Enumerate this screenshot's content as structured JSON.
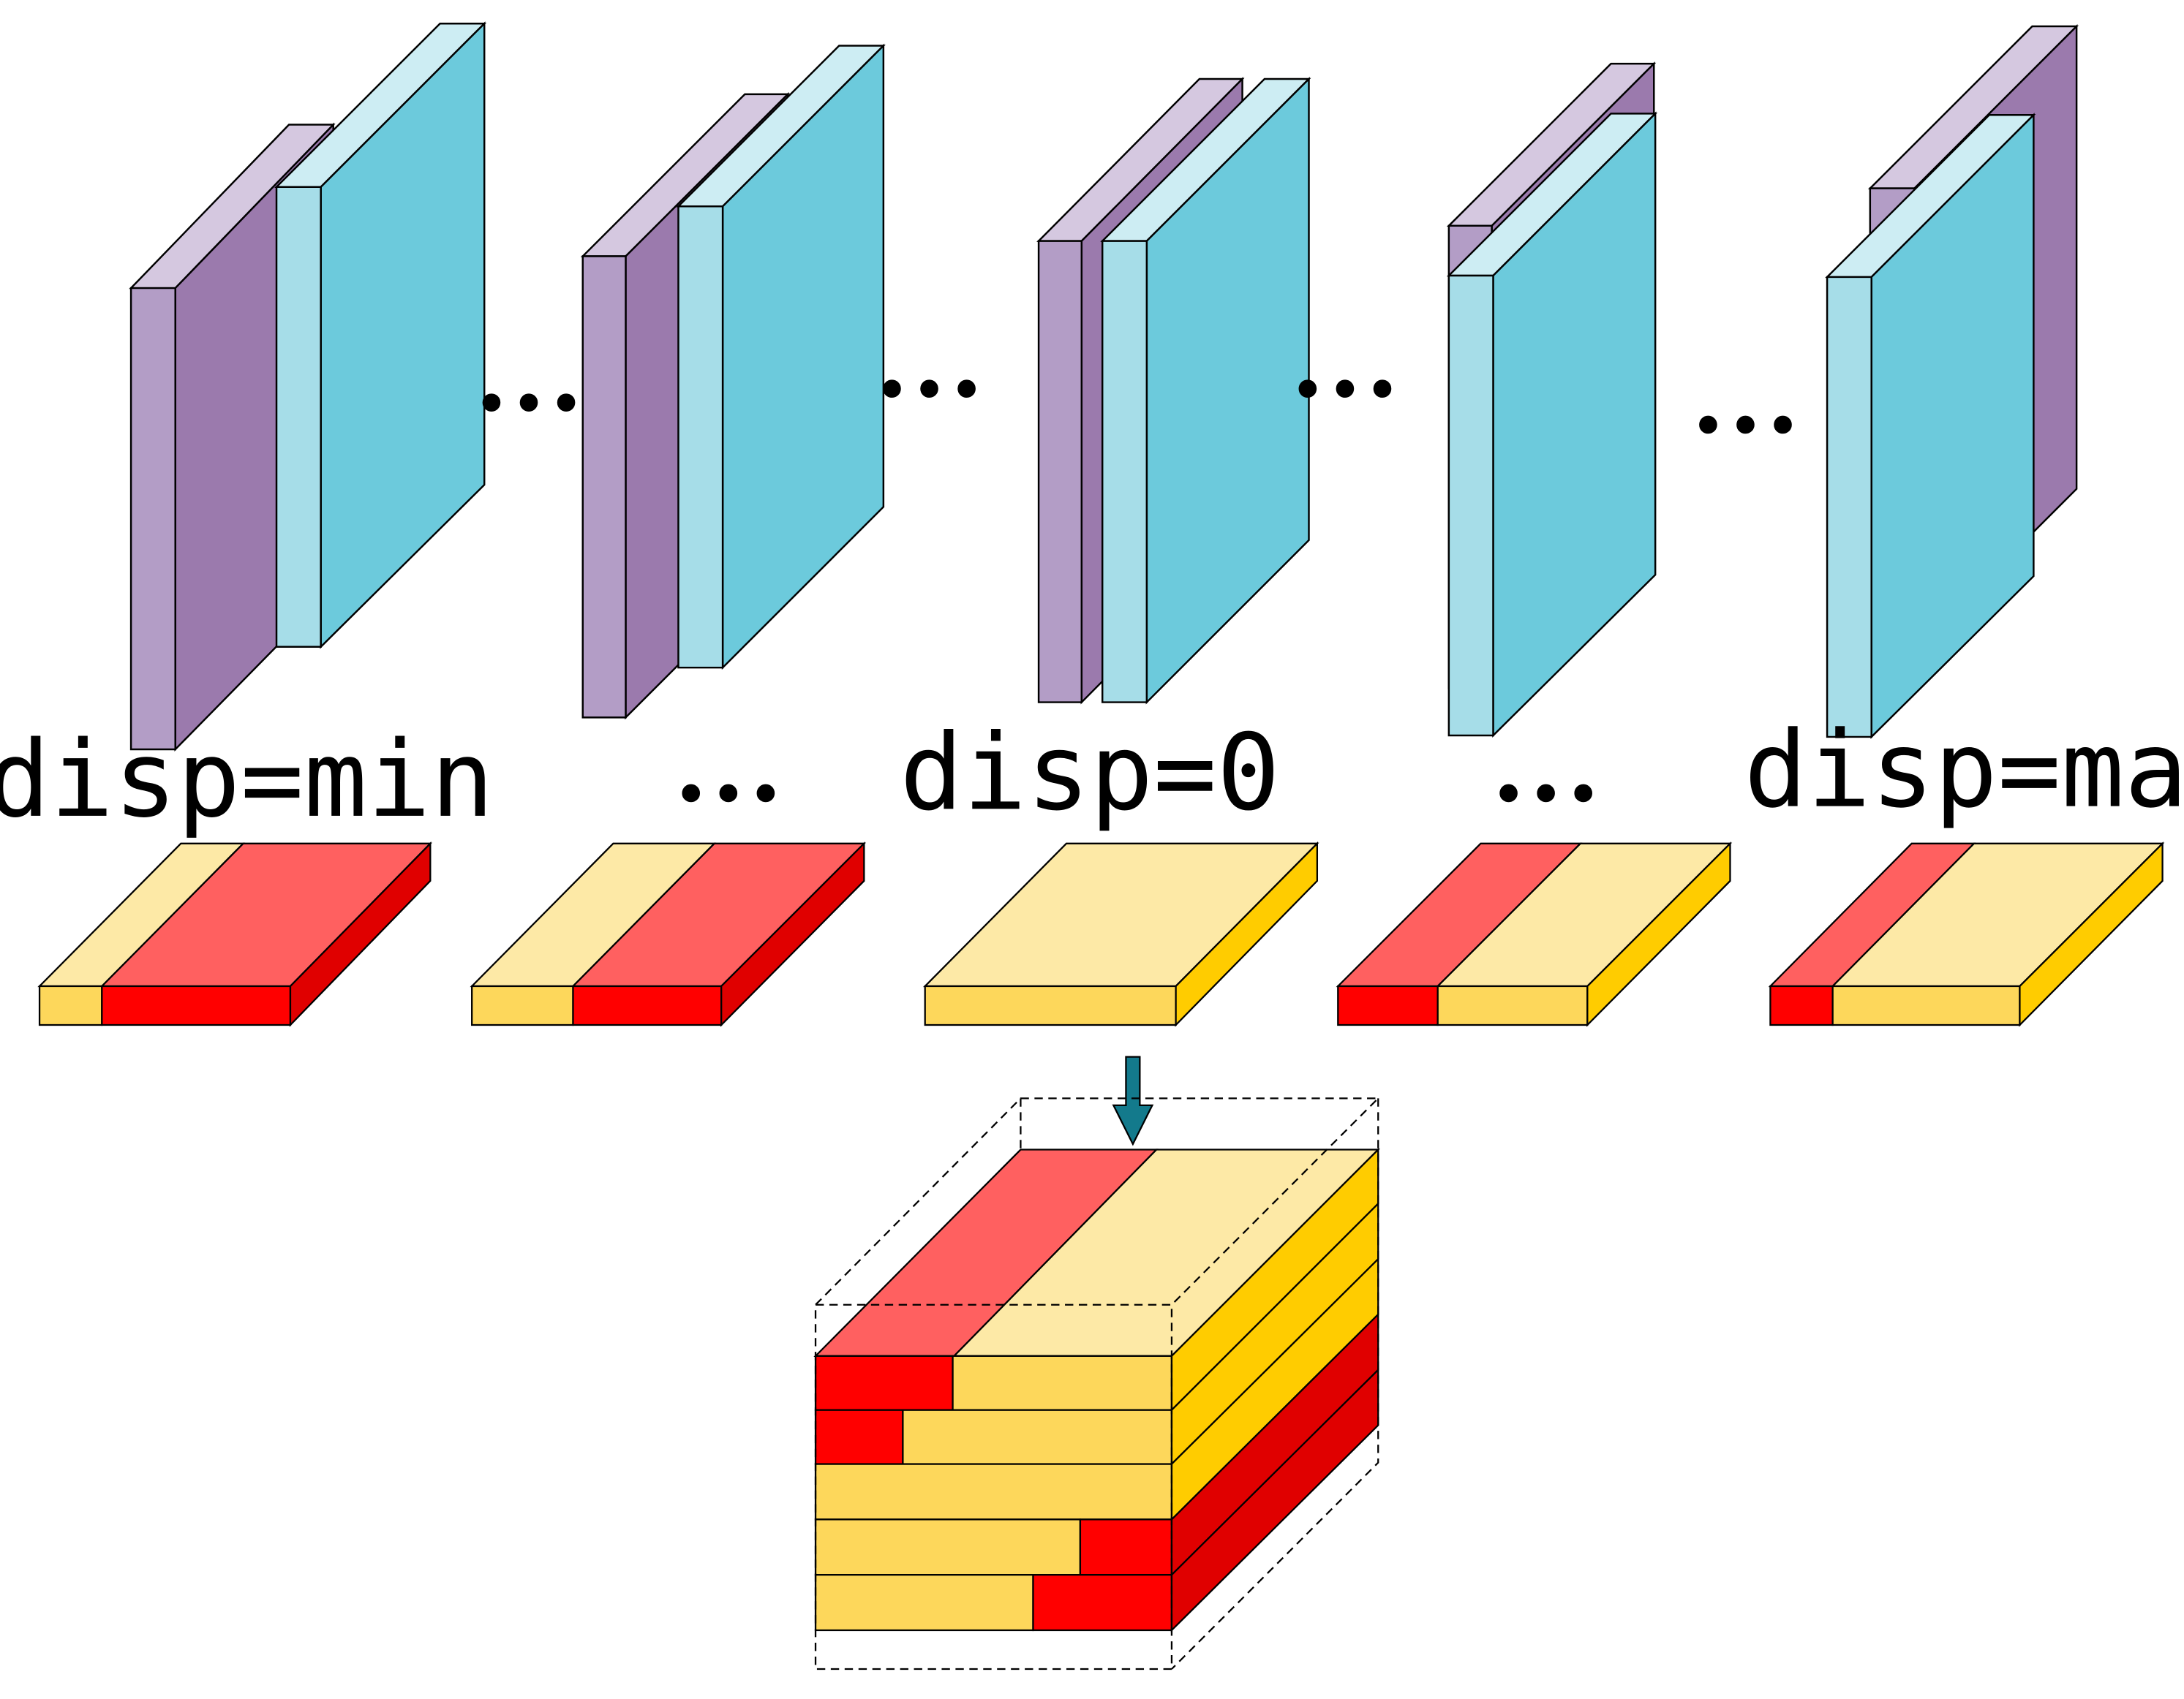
{
  "labels": {
    "disp_min": "disp=min",
    "disp_zero": "disp=0",
    "disp_max": "disp=max",
    "ellipsis": "…"
  },
  "colors": {
    "purple_front": "#b39dc6",
    "purple_side": "#9b7aad",
    "purple_top": "#d5c8e0",
    "cyan_front": "#a6dde8",
    "cyan_side": "#6ccadc",
    "cyan_top": "#cdedf3",
    "yellow_top": "#fde9a6",
    "yellow_front": "#fdd75b",
    "yellow_side": "#ffcc00",
    "red_top": "#ff6060",
    "red_front": "#ff0000",
    "red_side": "#e00000",
    "arrow": "#137a8c"
  }
}
